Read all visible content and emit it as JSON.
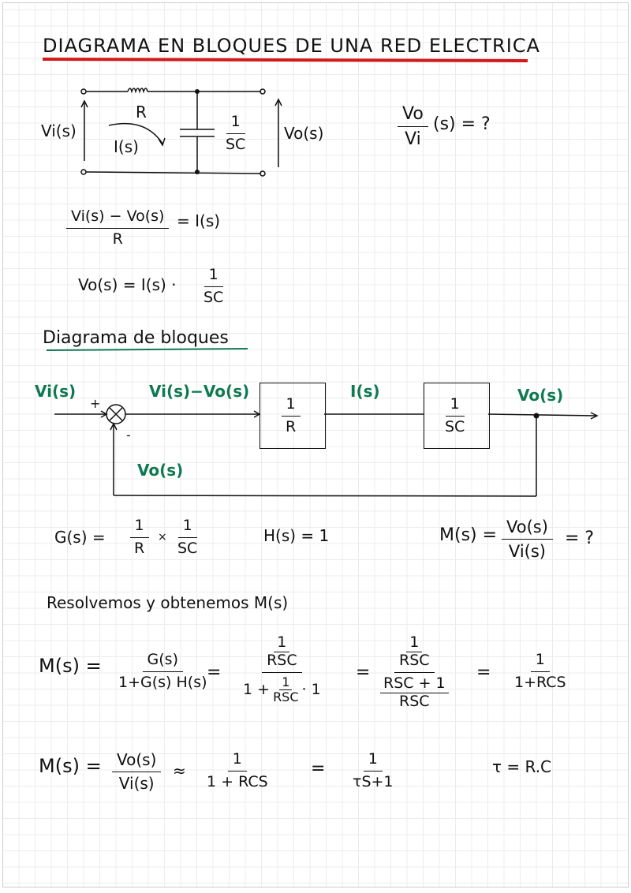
{
  "title": "DIAGRAMA EN BLOQUES DE UNA RED ELECTRICA",
  "colors": {
    "title_underline": "#d11a1a",
    "green": "#0f7a52"
  },
  "circuit": {
    "resistor_label": "R",
    "input_label": "Vi(s)",
    "current_label": "I(s)",
    "capacitor_num": "1",
    "capacitor_den": "SC",
    "output_label": "Vo(s)"
  },
  "question": {
    "num": "Vo",
    "den": "Vi",
    "rest": "(s) = ?"
  },
  "eq1": {
    "num": "Vi(s) − Vo(s)",
    "den": "R",
    "rhs": "= I(s)"
  },
  "eq2": {
    "lhs": "Vo(s) = I(s) ·",
    "num": "1",
    "den": "SC"
  },
  "section_title": "Diagrama de bloques",
  "block_diagram": {
    "input": "Vi(s)",
    "error": "Vi(s)−Vo(s)",
    "current": "I(s)",
    "output": "Vo(s)",
    "feedback": "Vo(s)",
    "plus": "+",
    "minus": "-",
    "block1": {
      "num": "1",
      "den": "R"
    },
    "block2": {
      "num": "1",
      "den": "SC"
    }
  },
  "g_eq": {
    "lhs": "G(s) =",
    "n1": "1",
    "d1": "R",
    "times": "×",
    "n2": "1",
    "d2": "SC"
  },
  "h_eq": "H(s) = 1",
  "m_eq": {
    "lhs": "M(s) =",
    "num": "Vo(s)",
    "den": "Vi(s)",
    "rhs": "= ?"
  },
  "resolve_text": "Resolvemos y obtenemos M(s)",
  "m_derivation": {
    "lhs": "M(s) =",
    "f1": {
      "num": "G(s)",
      "den": "1+G(s) H(s)"
    },
    "eq": "=",
    "f2": {
      "num_num": "1",
      "num_den": "RSC",
      "den_pre": "1 +",
      "den_num": "1",
      "den_den": "RSC",
      "den_post": "· 1"
    },
    "f3": {
      "num_num": "1",
      "num_den": "RSC",
      "den_num": "RSC + 1",
      "den_den": "RSC"
    },
    "f4": {
      "num": "1",
      "den": "1+RCS"
    }
  },
  "final": {
    "lhs": "M(s) =",
    "f1": {
      "num": "Vo(s)",
      "den": "Vi(s)"
    },
    "approx": "≈",
    "f2": {
      "num": "1",
      "den": "1 + RCS"
    },
    "eq": "=",
    "f3": {
      "num": "1",
      "den": "τS+1"
    },
    "tau": "τ = R.C"
  }
}
